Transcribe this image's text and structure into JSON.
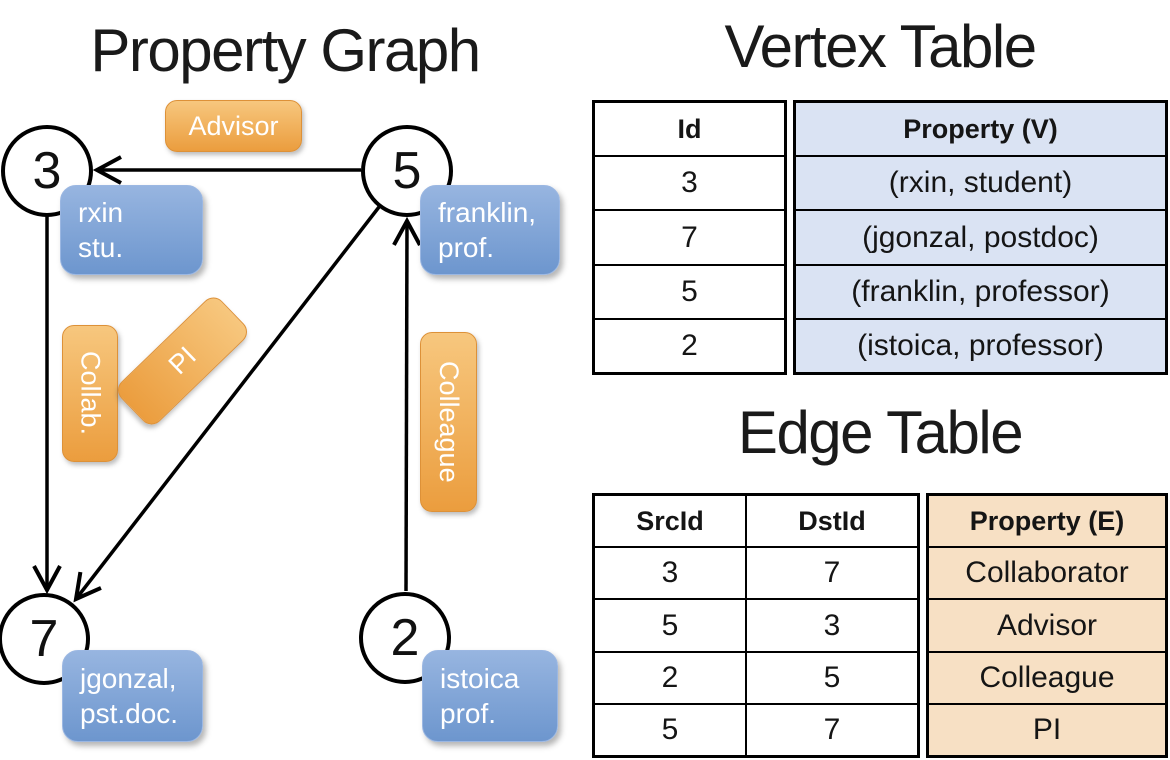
{
  "graph": {
    "title": "Property Graph",
    "nodes": [
      {
        "id": "3",
        "lines": [
          "rxin",
          "stu."
        ]
      },
      {
        "id": "5",
        "lines": [
          "franklin,",
          "prof."
        ]
      },
      {
        "id": "7",
        "lines": [
          "jgonzal,",
          "pst.doc."
        ]
      },
      {
        "id": "2",
        "lines": [
          "istoica",
          "prof."
        ]
      }
    ],
    "edge_labels": {
      "advisor": "Advisor",
      "collab": "Collab.",
      "pi": "PI",
      "colleague": "Colleague"
    }
  },
  "vertex_table": {
    "title": "Vertex Table",
    "headers": {
      "id": "Id",
      "property": "Property (V)"
    },
    "rows": [
      {
        "id": "3",
        "property": "(rxin, student)"
      },
      {
        "id": "7",
        "property": "(jgonzal, postdoc)"
      },
      {
        "id": "5",
        "property": "(franklin, professor)"
      },
      {
        "id": "2",
        "property": "(istoica, professor)"
      }
    ]
  },
  "edge_table": {
    "title": "Edge Table",
    "headers": {
      "src": "SrcId",
      "dst": "DstId",
      "property": "Property (E)"
    },
    "rows": [
      {
        "src": "3",
        "dst": "7",
        "property": "Collaborator"
      },
      {
        "src": "5",
        "dst": "3",
        "property": "Advisor"
      },
      {
        "src": "2",
        "dst": "5",
        "property": "Colleague"
      },
      {
        "src": "5",
        "dst": "7",
        "property": "PI"
      }
    ]
  },
  "colors": {
    "title_text": "#1a1a1a",
    "edge_label_top": "#f7c77e",
    "edge_label_bottom": "#eb9d3e",
    "edge_label_border": "#dd9138",
    "vertex_box_top": "#97b5e0",
    "vertex_box_bottom": "#6d96ce",
    "vertex_box_border": "#9bb7e2",
    "vertex_col_bg": "#dae3f3",
    "edge_col_bg": "#f7e0c4",
    "line_color": "#000000",
    "table_border": "#000000",
    "label_text": "#ffffff"
  }
}
